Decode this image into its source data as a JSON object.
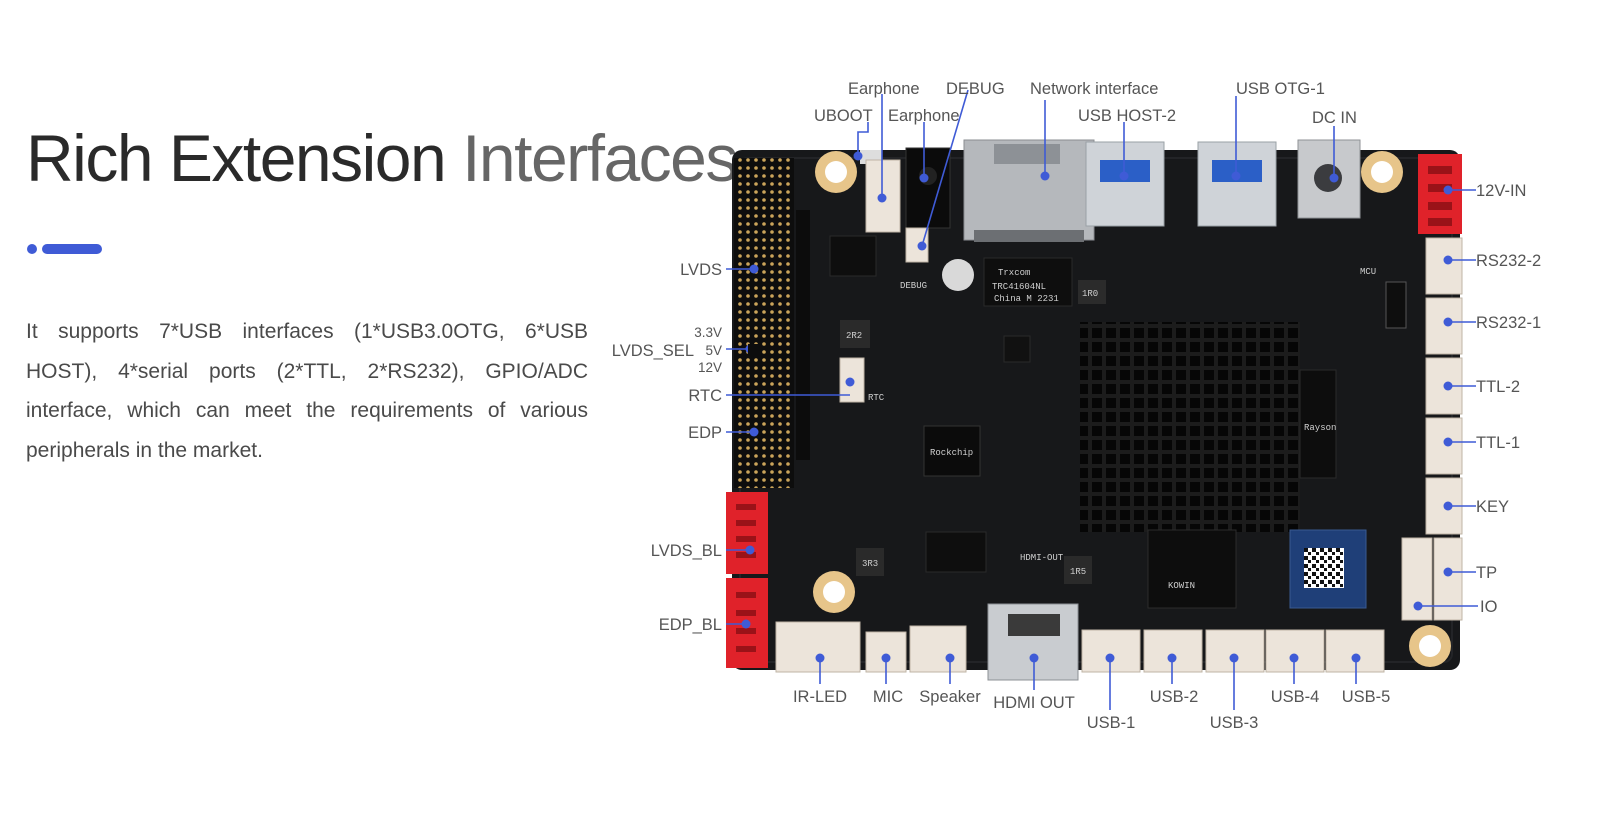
{
  "headline": {
    "part_a": "Rich Extension",
    "part_b": "Interfaces"
  },
  "description": "It supports 7*USB interfaces (1*USB3.0OTG, 6*USB HOST), 4*serial ports (2*TTL, 2*RS232), GPIO/ADC interface, which can meet the requirements of various peripherals in the market.",
  "colors": {
    "accent": "#3f5bd6",
    "board": "#17181a",
    "label_text": "#555555",
    "connector_red": "#e0222a"
  },
  "board_labels": {
    "top": {
      "earphone_1": "Earphone",
      "debug": "DEBUG",
      "network_interface": "Network interface",
      "usb_otg_1": "USB OTG-1",
      "uboot": "UBOOT",
      "earphone_2": "Earphone",
      "usb_host_2": "USB HOST-2",
      "dc_in": "DC IN"
    },
    "left": {
      "lvds": "LVDS",
      "v33": "3.3V",
      "lvds_sel": "LVDS_SEL",
      "v5": "5V",
      "v12": "12V",
      "rtc": "RTC",
      "edp": "EDP",
      "lvds_bl": "LVDS_BL",
      "edp_bl": "EDP_BL"
    },
    "right": {
      "v12_in": "12V-IN",
      "rs232_2": "RS232-2",
      "rs232_1": "RS232-1",
      "ttl_2": "TTL-2",
      "ttl_1": "TTL-1",
      "key": "KEY",
      "tp": "TP",
      "io": "IO"
    },
    "bottom": {
      "ir_led": "IR-LED",
      "mic": "MIC",
      "speaker": "Speaker",
      "hdmi_out": "HDMI OUT",
      "usb_1": "USB-1",
      "usb_2": "USB-2",
      "usb_3": "USB-3",
      "usb_4": "USB-4",
      "usb_5": "USB-5"
    }
  },
  "silkscreen": {
    "rtc": "RTC",
    "debug": "DEBUG",
    "mcu": "MCU",
    "hdmi_out": "HDMI-OUT",
    "chip_brand": "Trxcom",
    "chip_model": "TRC41604NL",
    "chip_origin": "China M 2231",
    "rk_logo": "Rockchip",
    "kowin": "KOWIN",
    "heatsink_brand": "Rayson",
    "inductor_2r2": "2R2",
    "inductor_1r0": "1R0",
    "inductor_3r3": "3R3",
    "inductor_1r5": "1R5"
  }
}
